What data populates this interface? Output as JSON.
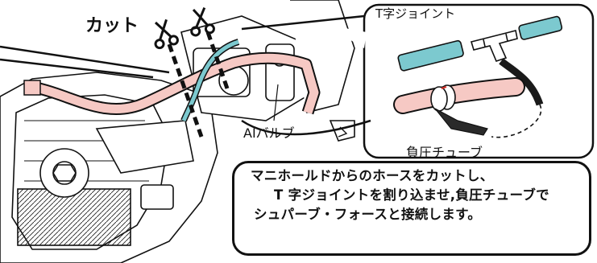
{
  "labels": {
    "cut": "カット",
    "t_joint": "T字ジョイント",
    "ai_valve": "AIバルブ",
    "negative_pressure_tube": "負圧チューブ"
  },
  "instruction": {
    "lines": [
      "マニホールドからのホースをカットし、",
      "T 字ジョイントを割り込ませ,負圧チューブで",
      "シュパーブ・フォースと接続します。"
    ]
  },
  "colors": {
    "hose_pink": "#f6c9c4",
    "tube_cyan": "#7cc9cf",
    "outline": "#111111",
    "negative_tube": "#1a1a1a"
  },
  "icons": [
    "scissors-icon",
    "scissors-icon"
  ]
}
